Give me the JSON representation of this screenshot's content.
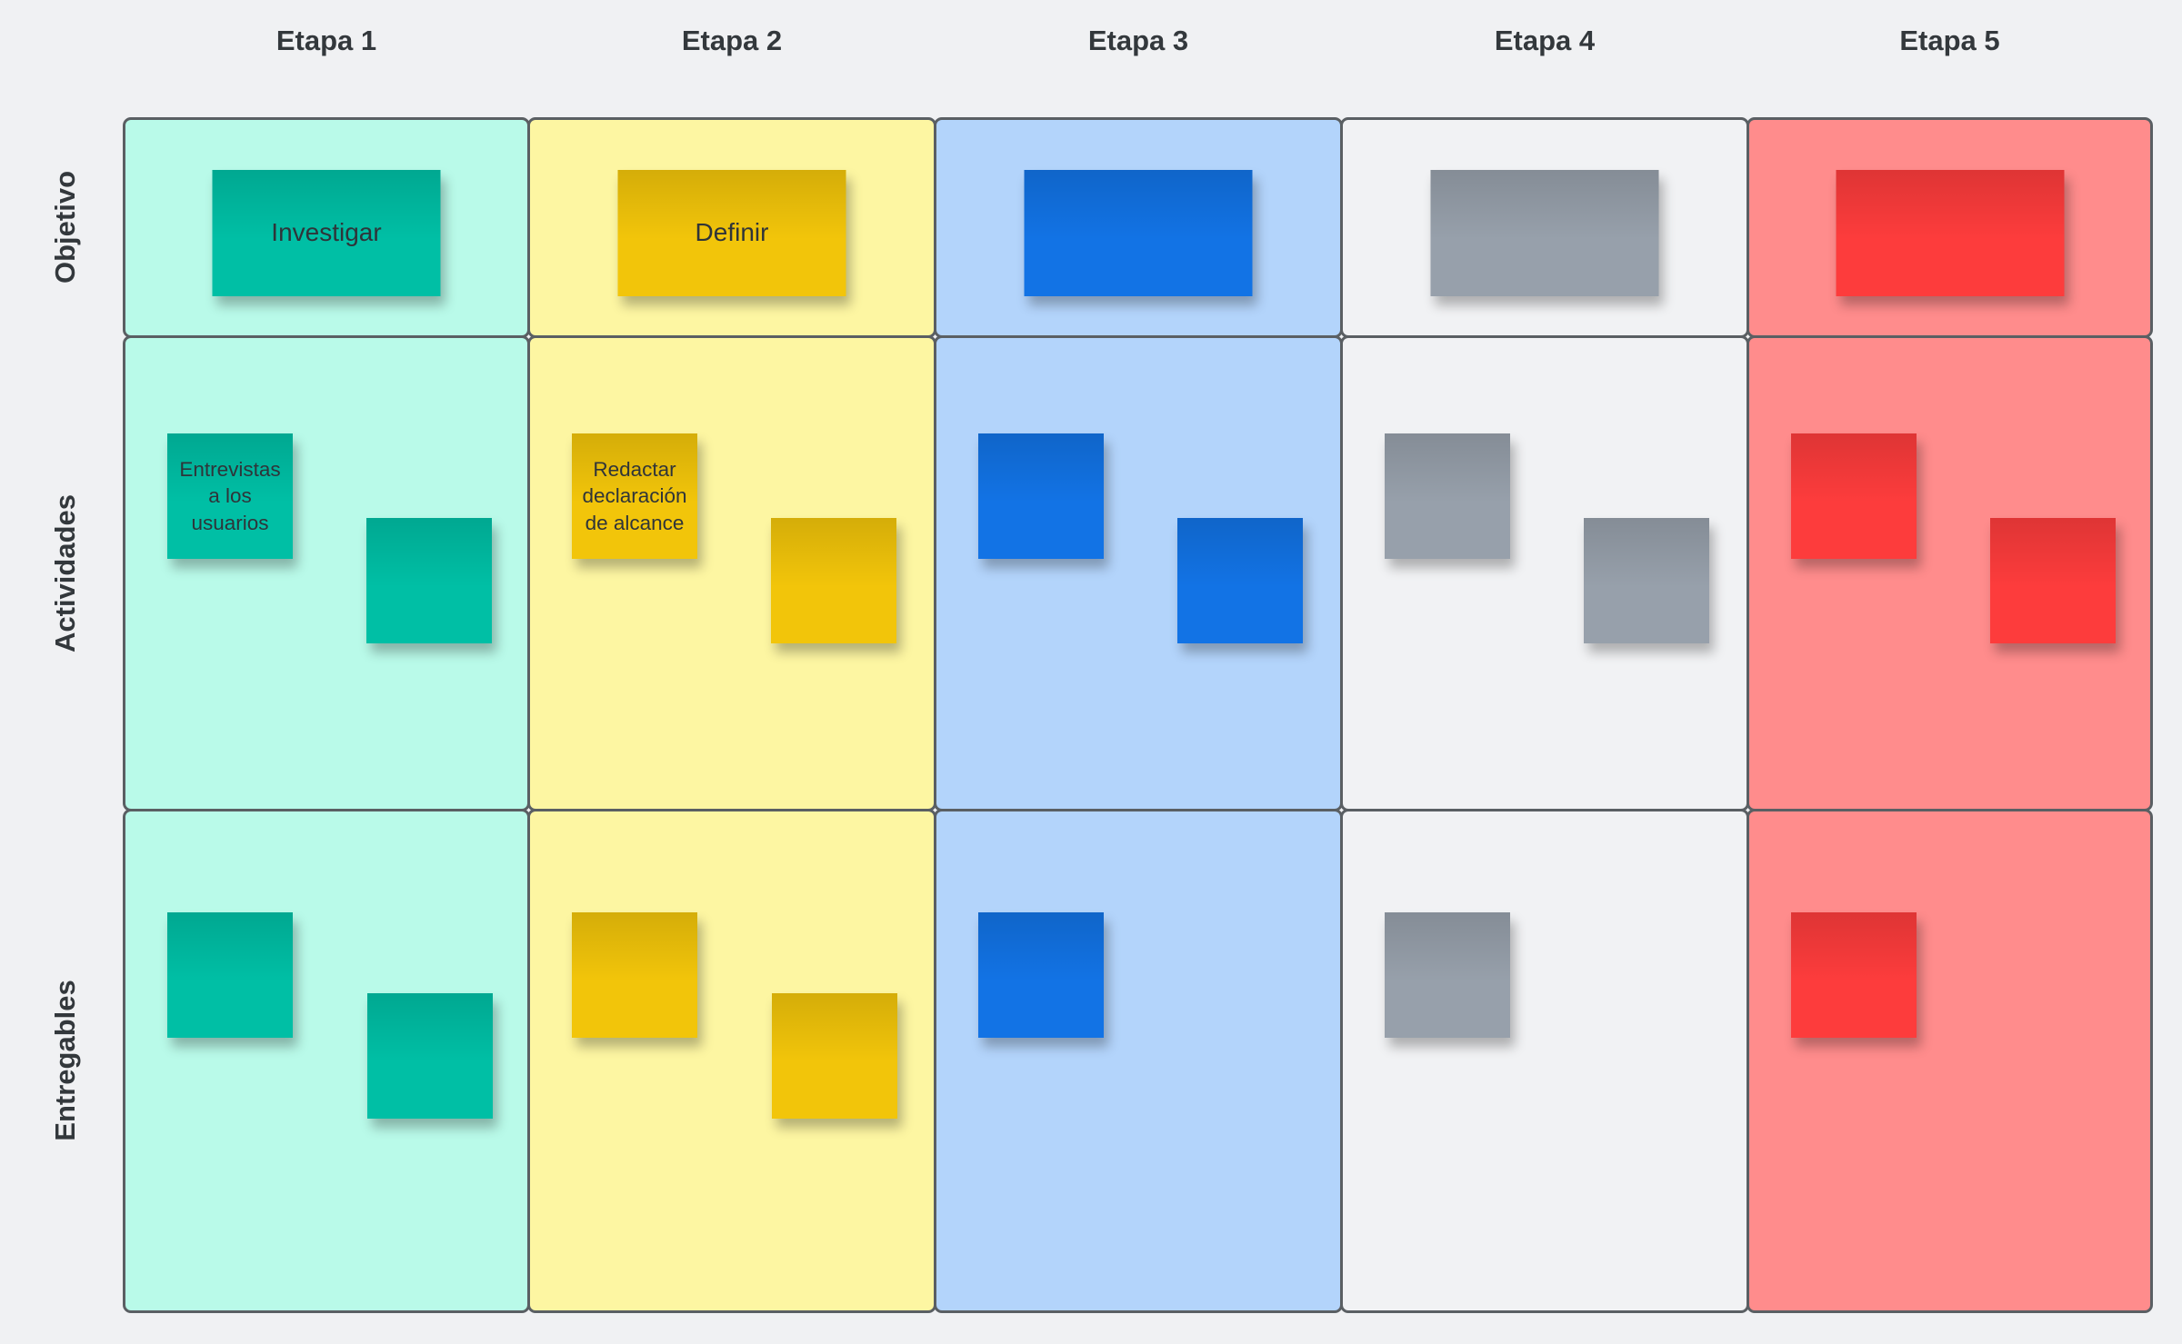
{
  "style": {
    "canvas_bg": "#f0f1f3",
    "cell_border": "#5a5f63",
    "heading_text_color": "#33383c",
    "note_text_color": "#2f3439"
  },
  "columns": [
    {
      "label": "Etapa 1",
      "bg": "#b9fae9",
      "sticky_color": "#00bfa5"
    },
    {
      "label": "Etapa 2",
      "bg": "#fdf6a2",
      "sticky_color": "#f2c50a"
    },
    {
      "label": "Etapa 3",
      "bg": "#b3d4fb",
      "sticky_color": "#1273e5"
    },
    {
      "label": "Etapa 4",
      "bg": "#f1f2f4",
      "sticky_color": "#97a0ab"
    },
    {
      "label": "Etapa 5",
      "bg": "#ff8c8c",
      "sticky_color": "#fd3c3c"
    }
  ],
  "rows": [
    {
      "label": "Objetivo"
    },
    {
      "label": "Actividades"
    },
    {
      "label": "Entregables"
    }
  ],
  "notes": {
    "objetivo_etapa1": "Investigar",
    "objetivo_etapa2": "Definir",
    "actividades_etapa1": "Entrevistas\na los\nusuarios",
    "actividades_etapa2": "Redactar\ndeclaración\nde alcance"
  }
}
